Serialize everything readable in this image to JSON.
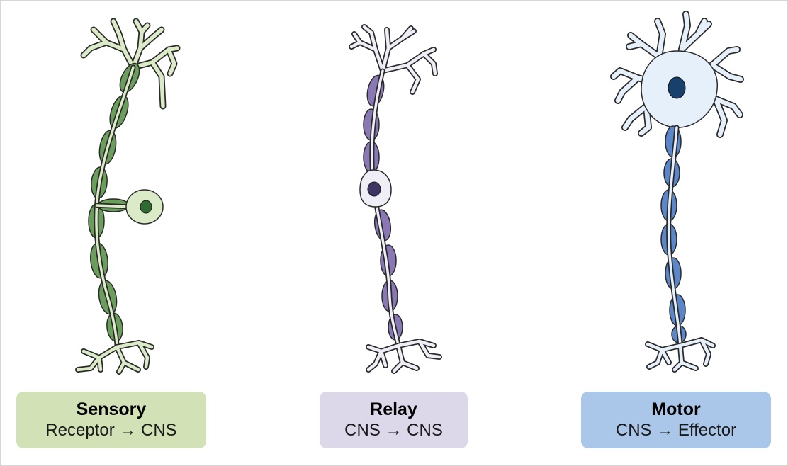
{
  "colors": {
    "sensory_box": "#d3e1b6",
    "relay_box": "#ddd8e9",
    "motor_box": "#aac6e8",
    "sensory_sheath": "#6b9e5c",
    "sensory_light": "#dcebc7",
    "sensory_nucleus": "#2f6a33",
    "relay_sheath": "#8a78b4",
    "relay_light": "#efedf6",
    "relay_nucleus": "#3f3562",
    "motor_sheath": "#5b86c9",
    "motor_light": "#e5f0fb",
    "motor_nucleus": "#17406b",
    "outline": "#2a2a2a"
  },
  "neurons": [
    {
      "id": "sensory",
      "title": "Sensory",
      "pathway": "Receptor → CNS"
    },
    {
      "id": "relay",
      "title": "Relay",
      "pathway": "CNS → CNS"
    },
    {
      "id": "motor",
      "title": "Motor",
      "pathway": "CNS → Effector"
    }
  ]
}
